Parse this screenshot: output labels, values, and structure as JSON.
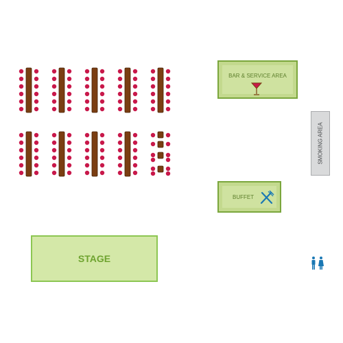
{
  "areas": {
    "bar_label": "BAR & SERVICE AREA",
    "buffet_label": "BUFFET",
    "smoking_label": "SMOKING AREA",
    "stage_label": "STAGE"
  },
  "icons": {
    "bar": "cocktail-glass-icon",
    "buffet": "fork-knife-icon",
    "restroom": "restroom-icon"
  },
  "colors": {
    "chair": "#c8184a",
    "table": "#7a3e12",
    "table_outline": "#4a2408",
    "area_fill": "#c3d98e",
    "area_border": "#7aa63c",
    "stage_fill": "#d4e8a8",
    "stage_border": "#8cc652",
    "smoking_fill": "#d9dadb",
    "restroom": "#1a78b4"
  }
}
